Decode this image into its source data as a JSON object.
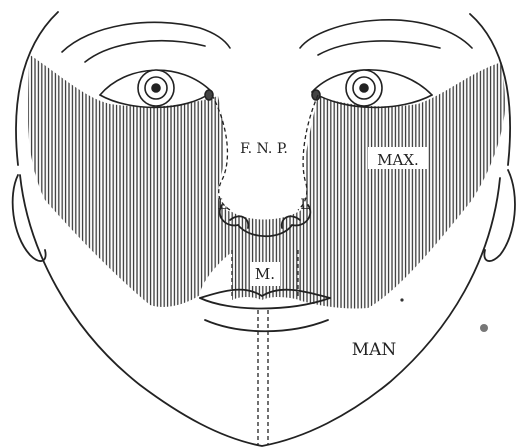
{
  "labels": {
    "fnp": "F. N. P.",
    "max": "MAX.",
    "lateral_left": "L",
    "lateral_right": "L",
    "medial": "M.",
    "man": "MAN"
  },
  "colors": {
    "ink": "#222222",
    "hatch": "#333333",
    "background": "#ffffff"
  }
}
